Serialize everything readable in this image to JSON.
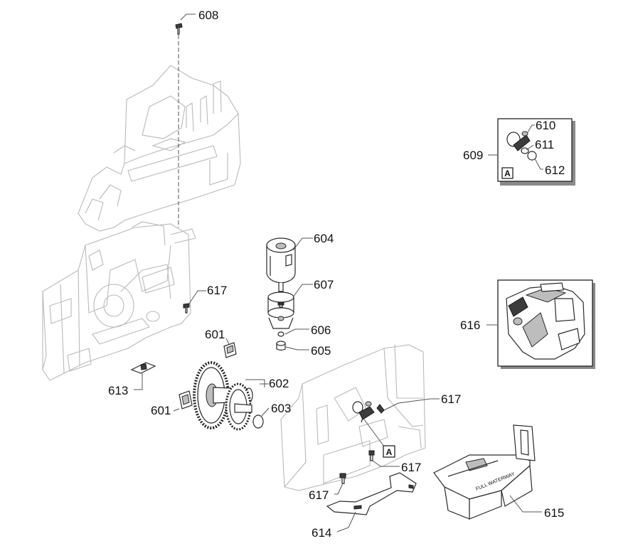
{
  "callouts": {
    "c608": "608",
    "c604": "604",
    "c607": "607",
    "c606": "606",
    "c605": "605",
    "c617a": "617",
    "c601a": "601",
    "c602": "602",
    "c603": "603",
    "c601b": "601",
    "c613": "613",
    "c609": "609",
    "c610": "610",
    "c611": "611",
    "c612": "612",
    "c616": "616",
    "c617b": "617",
    "c617c": "617",
    "c617d": "617",
    "c614": "614",
    "c615": "615"
  },
  "markers": {
    "detail_box": "A",
    "in_assembly": "A"
  },
  "drip_tray_print": "FULL WATERWAY",
  "colors": {
    "ghost_line": "#b9b9b9",
    "part_line": "#2a2a2a",
    "leader": "#555555"
  }
}
